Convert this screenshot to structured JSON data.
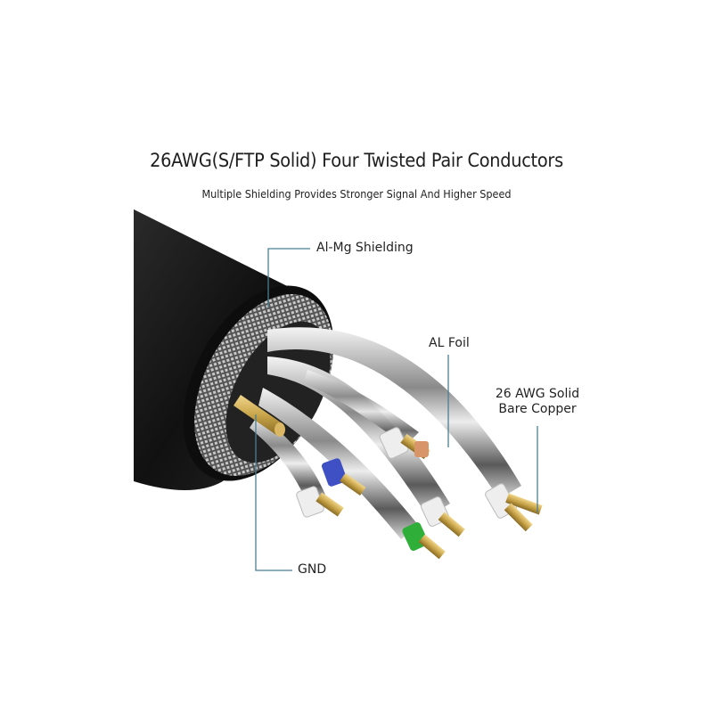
{
  "header": {
    "title": "26AWG(S/FTP Solid) Four Twisted Pair Conductors",
    "subtitle": "Multiple Shielding Provides Stronger Signal And Higher Speed"
  },
  "callouts": {
    "shielding": "Al-Mg Shielding",
    "foil": "AL Foil",
    "copper_line1": "26 AWG Solid",
    "copper_line2": "Bare Copper",
    "ground": "GND"
  },
  "colors": {
    "background": "#ffffff",
    "jacket": "#1c1c1c",
    "braid": "#9a9a9a",
    "foil": "#c8c8c8",
    "copper": "#c9a54a",
    "leader_line": "#4a7f93",
    "insulation_white": "#eeeeee",
    "insulation_blue": "#3f4fc4",
    "insulation_green": "#2fae3a",
    "insulation_orange": "#d9956a"
  }
}
